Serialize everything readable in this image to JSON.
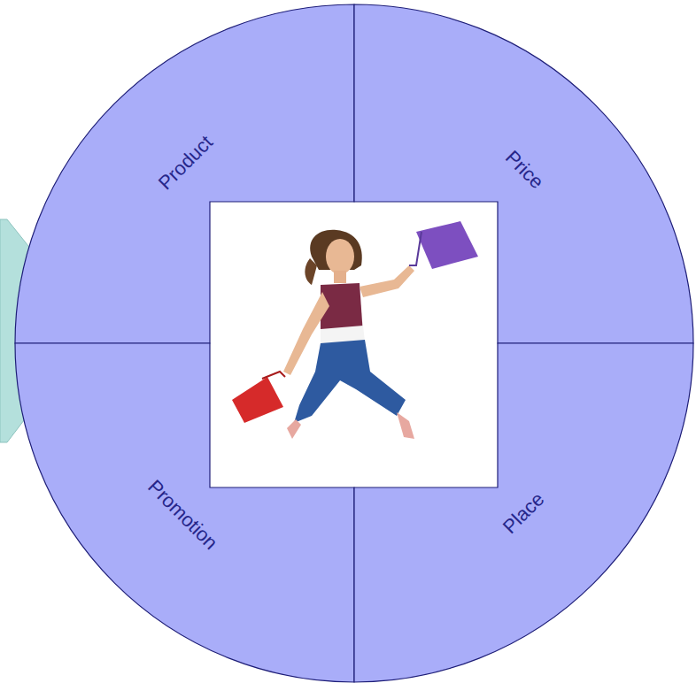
{
  "diagram": {
    "nodes": [
      {
        "text": [
          "Product"
        ]
      },
      {
        "text": [
          "Price"
        ]
      },
      {
        "text": [
          "Promotion"
        ]
      },
      {
        "text": [
          "Place"
        ]
      }
    ]
  }
}
